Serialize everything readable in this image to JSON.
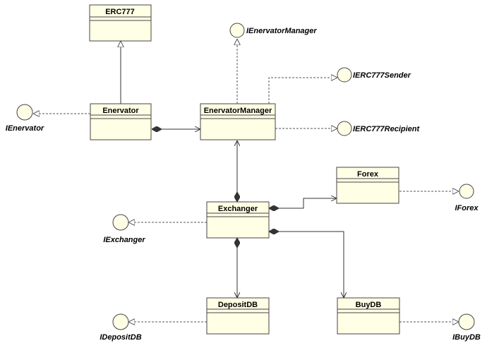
{
  "classes": {
    "erc777": "ERC777",
    "enervator": "Enervator",
    "enervator_manager": "EnervatorManager",
    "forex": "Forex",
    "exchanger": "Exchanger",
    "deposit_db": "DepositDB",
    "buy_db": "BuyDB"
  },
  "interfaces": {
    "ienervator_manager": "IEnervatorManager",
    "ierc777_sender": "IERC777Sender",
    "ierc777_recipient": "IERC777Recipient",
    "ienervator": "IEnervator",
    "iforex": "IForex",
    "iexchanger": "IExchanger",
    "ideposit_db": "IDepositDB",
    "ibuy_db": "IBuyDB"
  },
  "colors": {
    "class_fill": "#ffffe6",
    "stroke": "#444444"
  }
}
